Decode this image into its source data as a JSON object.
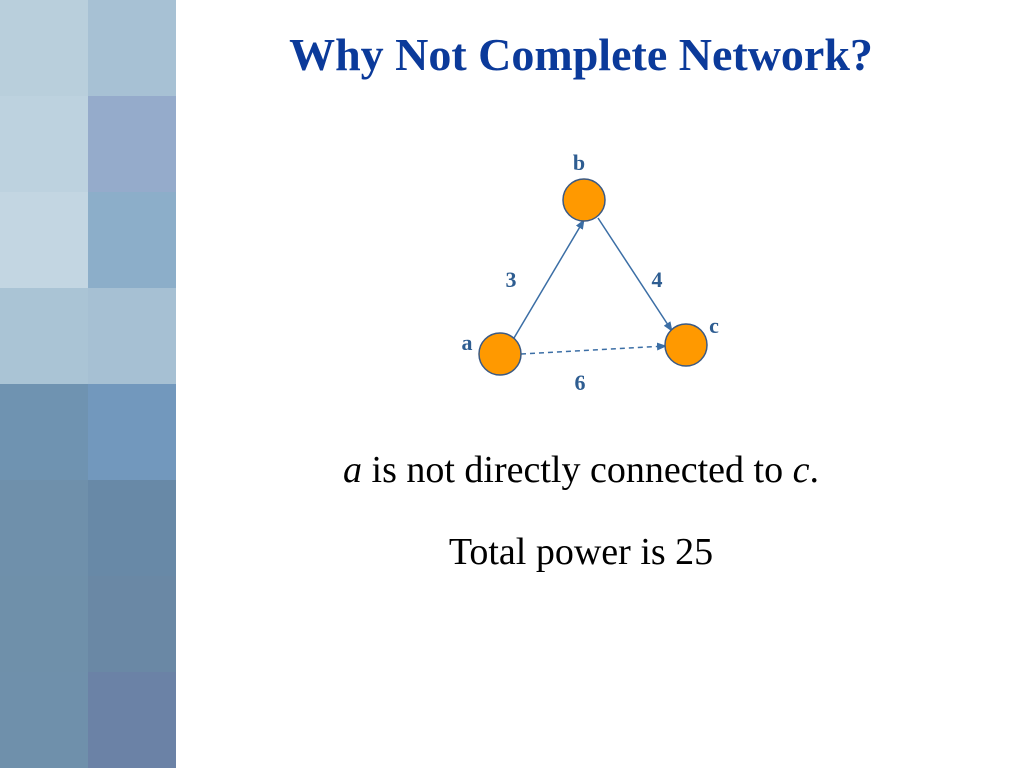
{
  "slide": {
    "title": "Why Not Complete Network?",
    "statement": {
      "var1": "a",
      "middle": " is not directly connected to ",
      "var2": "c",
      "end": "."
    },
    "total": "Total power is 25"
  },
  "graph": {
    "nodes": [
      {
        "id": "a",
        "label": "a"
      },
      {
        "id": "b",
        "label": "b"
      },
      {
        "id": "c",
        "label": "c"
      }
    ],
    "edges": [
      {
        "from": "a",
        "to": "b",
        "weight": "3",
        "style": "solid"
      },
      {
        "from": "b",
        "to": "c",
        "weight": "4",
        "style": "solid"
      },
      {
        "from": "a",
        "to": "c",
        "weight": "6",
        "style": "dashed"
      }
    ]
  },
  "colors": {
    "title": "#0b3a9a",
    "node_fill": "#ff9900",
    "node_stroke": "#3b5a84",
    "edge": "#3b6ea5",
    "labels": "#2e5d91"
  }
}
